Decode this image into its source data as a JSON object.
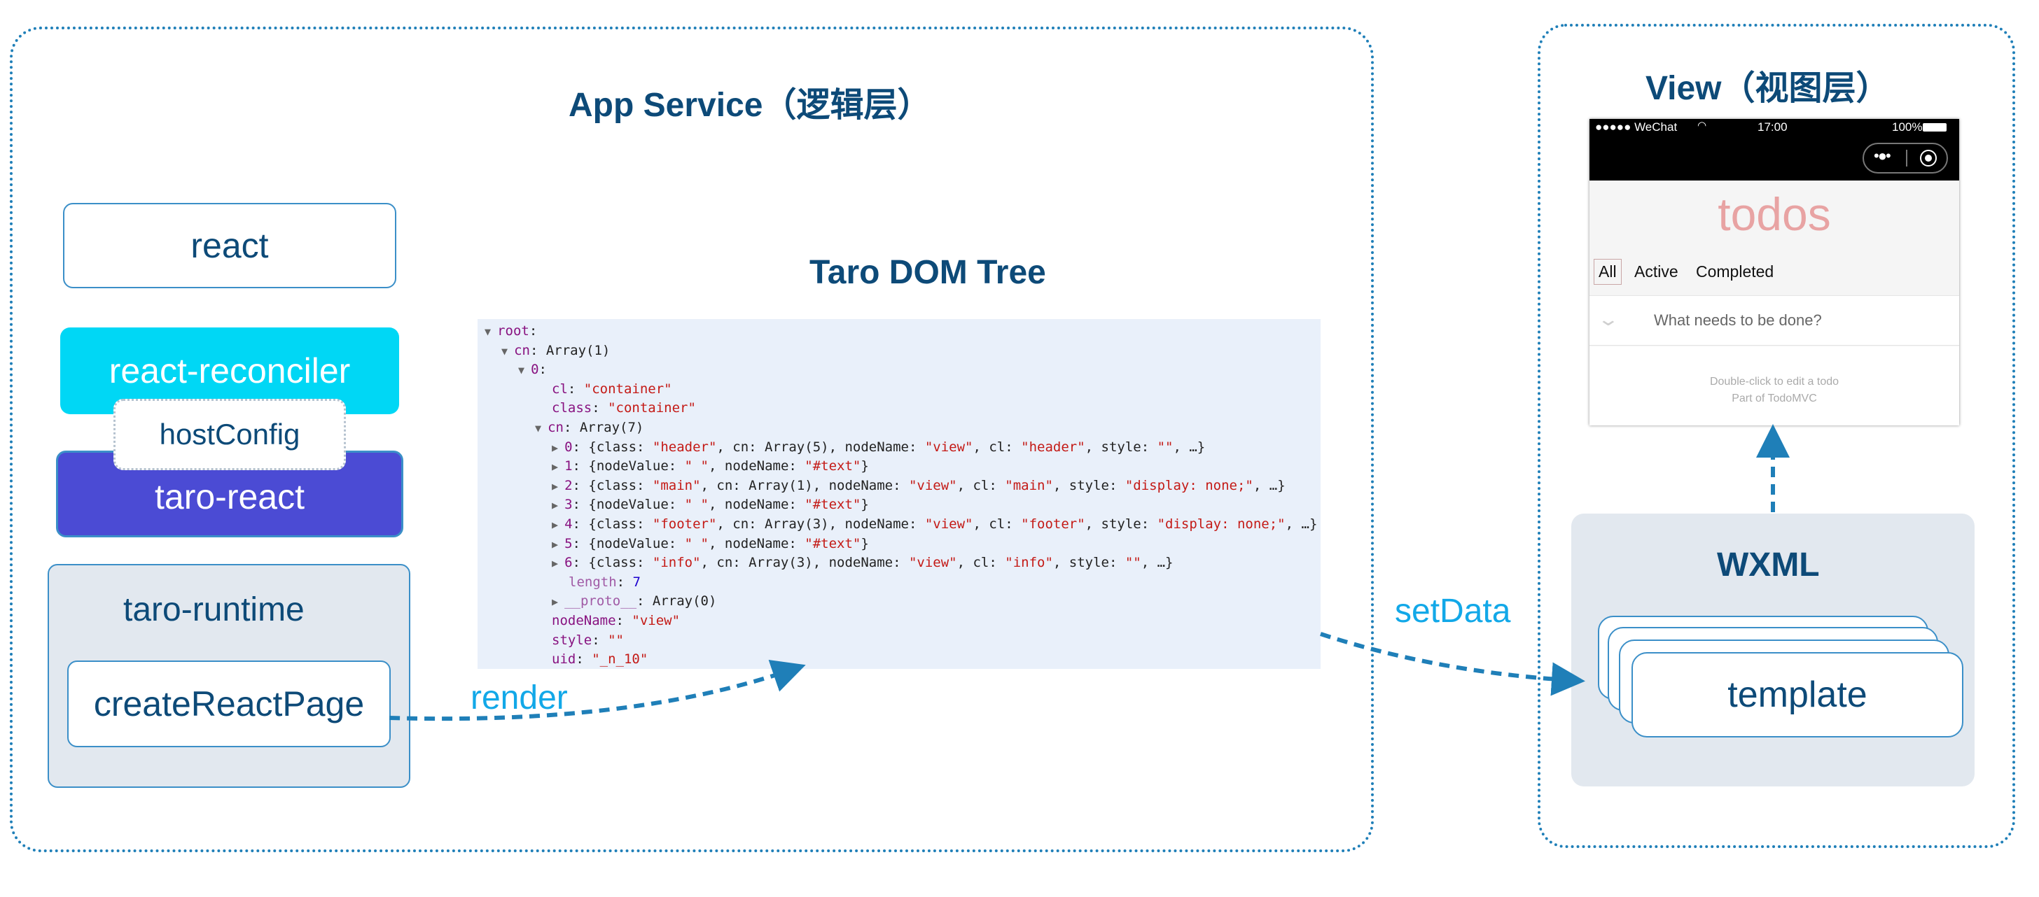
{
  "app_service": {
    "title": "App Service（逻辑层）",
    "react": "react",
    "react_reconciler": "react-reconciler",
    "host_config": "hostConfig",
    "taro_react": "taro-react",
    "taro_runtime": "taro-runtime",
    "create_react_page": "createReactPage"
  },
  "dom_tree": {
    "title": "Taro DOM Tree",
    "lines": [
      [
        {
          "t": "▼ ",
          "c": "tri"
        },
        {
          "t": "root",
          "c": "k"
        },
        {
          "t": ":"
        }
      ],
      [
        {
          "t": "▼ ",
          "c": "tri"
        },
        {
          "t": "cn",
          "c": "k"
        },
        {
          "t": ": Array(1)"
        }
      ],
      [
        {
          "t": "▼ ",
          "c": "tri"
        },
        {
          "t": "0",
          "c": "k"
        },
        {
          "t": ":"
        }
      ],
      [
        {
          "t": "cl",
          "c": "k"
        },
        {
          "t": ": "
        },
        {
          "t": "\"container\"",
          "c": "s"
        }
      ],
      [
        {
          "t": "class",
          "c": "k"
        },
        {
          "t": ": "
        },
        {
          "t": "\"container\"",
          "c": "s"
        }
      ],
      [
        {
          "t": "▼ ",
          "c": "tri"
        },
        {
          "t": "cn",
          "c": "k"
        },
        {
          "t": ": Array(7)"
        }
      ],
      [
        {
          "t": "▶ ",
          "c": "tri"
        },
        {
          "t": "0",
          "c": "k"
        },
        {
          "t": ": {class: "
        },
        {
          "t": "\"header\"",
          "c": "s"
        },
        {
          "t": ", cn: Array(5), nodeName: "
        },
        {
          "t": "\"view\"",
          "c": "s"
        },
        {
          "t": ", cl: "
        },
        {
          "t": "\"header\"",
          "c": "s"
        },
        {
          "t": ", style: "
        },
        {
          "t": "\"\"",
          "c": "s"
        },
        {
          "t": ", …}"
        }
      ],
      [
        {
          "t": "▶ ",
          "c": "tri"
        },
        {
          "t": "1",
          "c": "k"
        },
        {
          "t": ": {nodeValue: "
        },
        {
          "t": "\" \"",
          "c": "s"
        },
        {
          "t": ", nodeName: "
        },
        {
          "t": "\"#text\"",
          "c": "s"
        },
        {
          "t": "}"
        }
      ],
      [
        {
          "t": "▶ ",
          "c": "tri"
        },
        {
          "t": "2",
          "c": "k"
        },
        {
          "t": ": {class: "
        },
        {
          "t": "\"main\"",
          "c": "s"
        },
        {
          "t": ", cn: Array(1), nodeName: "
        },
        {
          "t": "\"view\"",
          "c": "s"
        },
        {
          "t": ", cl: "
        },
        {
          "t": "\"main\"",
          "c": "s"
        },
        {
          "t": ", style: "
        },
        {
          "t": "\"display: none;\"",
          "c": "s"
        },
        {
          "t": ", …}"
        }
      ],
      [
        {
          "t": "▶ ",
          "c": "tri"
        },
        {
          "t": "3",
          "c": "k"
        },
        {
          "t": ": {nodeValue: "
        },
        {
          "t": "\" \"",
          "c": "s"
        },
        {
          "t": ", nodeName: "
        },
        {
          "t": "\"#text\"",
          "c": "s"
        },
        {
          "t": "}"
        }
      ],
      [
        {
          "t": "▶ ",
          "c": "tri"
        },
        {
          "t": "4",
          "c": "k"
        },
        {
          "t": ": {class: "
        },
        {
          "t": "\"footer\"",
          "c": "s"
        },
        {
          "t": ", cn: Array(3), nodeName: "
        },
        {
          "t": "\"view\"",
          "c": "s"
        },
        {
          "t": ", cl: "
        },
        {
          "t": "\"footer\"",
          "c": "s"
        },
        {
          "t": ", style: "
        },
        {
          "t": "\"display: none;\"",
          "c": "s"
        },
        {
          "t": ", …}"
        }
      ],
      [
        {
          "t": "▶ ",
          "c": "tri"
        },
        {
          "t": "5",
          "c": "k"
        },
        {
          "t": ": {nodeValue: "
        },
        {
          "t": "\" \"",
          "c": "s"
        },
        {
          "t": ", nodeName: "
        },
        {
          "t": "\"#text\"",
          "c": "s"
        },
        {
          "t": "}"
        }
      ],
      [
        {
          "t": "▶ ",
          "c": "tri"
        },
        {
          "t": "6",
          "c": "k"
        },
        {
          "t": ": {class: "
        },
        {
          "t": "\"info\"",
          "c": "s"
        },
        {
          "t": ", cn: Array(3), nodeName: "
        },
        {
          "t": "\"view\"",
          "c": "s"
        },
        {
          "t": ", cl: "
        },
        {
          "t": "\"info\"",
          "c": "s"
        },
        {
          "t": ", style: "
        },
        {
          "t": "\"\"",
          "c": "s"
        },
        {
          "t": ", …}"
        }
      ],
      [
        {
          "t": "length",
          "c": "d"
        },
        {
          "t": ": "
        },
        {
          "t": "7",
          "c": "n"
        }
      ],
      [
        {
          "t": "▶ ",
          "c": "tri"
        },
        {
          "t": "__proto__",
          "c": "d"
        },
        {
          "t": ": Array(0)"
        }
      ],
      [
        {
          "t": "nodeName",
          "c": "k"
        },
        {
          "t": ": "
        },
        {
          "t": "\"view\"",
          "c": "s"
        }
      ],
      [
        {
          "t": "style",
          "c": "k"
        },
        {
          "t": ": "
        },
        {
          "t": "\"\"",
          "c": "s"
        }
      ],
      [
        {
          "t": "uid",
          "c": "k"
        },
        {
          "t": ": "
        },
        {
          "t": "\"_n_10\"",
          "c": "s"
        }
      ]
    ]
  },
  "edges": {
    "render": "render",
    "set_data": "setData"
  },
  "view": {
    "title": "View（视图层）",
    "phone": {
      "carrier": "●●●●● WeChat",
      "time": "17:00",
      "battery": "100%",
      "app_title": "todos",
      "filters": [
        "All",
        "Active",
        "Completed"
      ],
      "placeholder": "What needs to be done?",
      "footer_hint": "Double-click to edit a todo",
      "footer_credit": "Part of TodoMVC"
    },
    "wxml": {
      "title": "WXML",
      "template": "template"
    }
  },
  "colors": {
    "dark_blue": "#0d4a78",
    "accent_blue": "#1f7fb8",
    "cyan": "#00d7f5",
    "indigo": "#4b4bd4",
    "label_blue": "#12a8e8"
  }
}
